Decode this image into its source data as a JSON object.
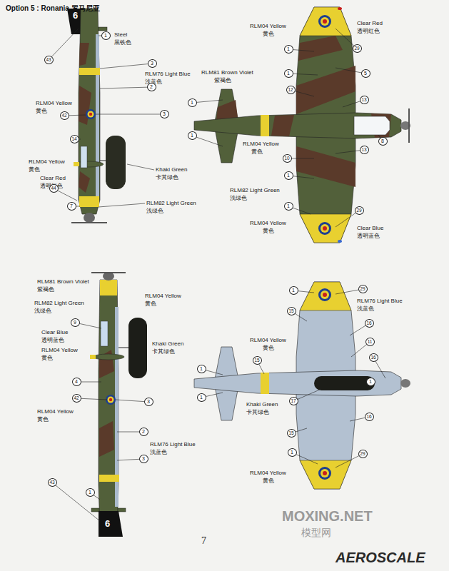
{
  "diagram": {
    "title": "Option 5 : Ronania 罗马尼亚",
    "labels": [
      "1",
      "Steel",
      "黑铁色",
      "43",
      "3",
      "RLM76 Light Blue",
      "浅蓝色",
      "2",
      "RLM04 Yellow",
      "黄色",
      "42",
      "3",
      "14",
      "RLM04 Yellow",
      "黄色",
      "Clear Red",
      "透明红色",
      "Khaki Green",
      "卡其绿色",
      "44",
      "7",
      "RLM82 Light Green",
      "浅绿色",
      "6",
      "RLM04 Yellow",
      "黄色",
      "Clear Red",
      "透明红色",
      "1",
      "29",
      "RLM81 Brown Violet",
      "紫褐色",
      "1",
      "5",
      "12",
      "13",
      "1",
      "1",
      "RLM04 Yellow",
      "黄色",
      "8",
      "13",
      "10",
      "1",
      "RLM82 Light Green",
      "浅绿色",
      "1",
      "29",
      "RLM04 Yellow",
      "黄色",
      "Clear Blue",
      "透明蓝色",
      "RLM81 Brown Violet",
      "紫褐色",
      "RLM04 Yellow",
      "黄色",
      "RLM82 Light Green",
      "浅绿色",
      "9",
      "Clear Blue",
      "透明蓝色",
      "Khaki Green",
      "卡其绿色",
      "RLM04 Yellow",
      "黄色",
      "4",
      "42",
      "3",
      "RLM04 Yellow",
      "黄色",
      "2",
      "RLM76 Light Blue",
      "浅蓝色",
      "3",
      "43",
      "1",
      "6",
      "1",
      "29",
      "RLM76 Light Blue",
      "浅蓝色",
      "15",
      "16",
      "RLM04 Yellow",
      "黄色",
      "11",
      "15",
      "16",
      "1",
      "1",
      "17",
      "Khaki Green",
      "卡其绿色",
      "16",
      "1",
      "15",
      "1",
      "29",
      "RLM04 Yellow",
      "黄色",
      "7",
      "MOXING.NET",
      "模型网",
      "AEROSCALE"
    ]
  }
}
